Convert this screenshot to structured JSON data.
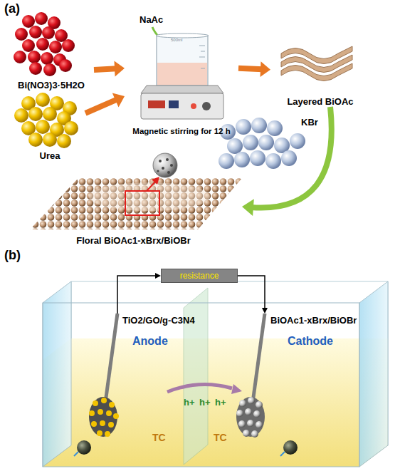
{
  "diagram": {
    "nodes": [
      {
        "text": [
          "Bi(NO3)3·5H2O"
        ]
      },
      {
        "text": [
          "Urea"
        ]
      },
      {
        "text": [
          "Magnetic stirring for 12 h"
        ]
      },
      {
        "text": [
          "Layered BiOAc"
        ]
      },
      {
        "text": [
          "KBr"
        ]
      },
      {
        "text": [
          "Floral BiOAc1-xBrx/BiOBr"
        ]
      },
      {
        "text": [
          "resistance"
        ]
      },
      {
        "text": [
          "TiO2/GO/g-C3N4"
        ]
      },
      {
        "text": [
          "BiOAc1-xBrx/BiOBr"
        ]
      }
    ],
    "edges": [
      {
        "from": 0,
        "to": 2,
        "arrow": "to"
      },
      {
        "from": 1,
        "to": 2,
        "arrow": "to"
      },
      {
        "from": 2,
        "to": 3,
        "arrow": "to"
      },
      {
        "from": 3,
        "to": 5,
        "arrow": "to"
      },
      {
        "from": 7,
        "to": 6,
        "arrow": "to"
      },
      {
        "from": 6,
        "to": 8,
        "arrow": "to"
      }
    ],
    "labels": [
      "(a)",
      "NaAc",
      "500ml",
      "(b)",
      "Anode",
      "Cathode",
      "h+",
      "h+",
      "h+",
      "TC",
      "TC"
    ]
  }
}
